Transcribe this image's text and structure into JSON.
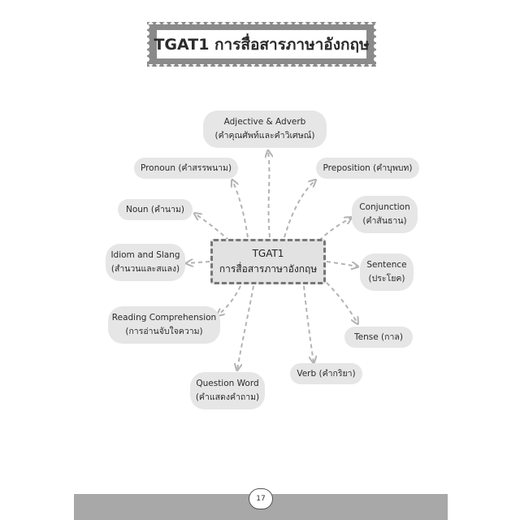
{
  "title": "TGAT1 การสื่อสารภาษาอังกฤษ",
  "center": {
    "line1": "TGAT1",
    "line2": "การสื่อสารภาษาอังกฤษ"
  },
  "nodes": [
    {
      "id": "adjective-adverb",
      "lines": [
        "Adjective & Adverb",
        "(คำคุณศัพท์และคำวิเศษณ์)"
      ]
    },
    {
      "id": "pronoun",
      "lines": [
        "Pronoun (คำสรรพนาม)"
      ]
    },
    {
      "id": "preposition",
      "lines": [
        "Preposition (คำบุพบท)"
      ]
    },
    {
      "id": "noun",
      "lines": [
        "Noun (คำนาม)"
      ]
    },
    {
      "id": "conjunction",
      "lines": [
        "Conjunction",
        "(คำสันธาน)"
      ]
    },
    {
      "id": "idiom-slang",
      "lines": [
        "Idiom and Slang",
        "(สำนวนและสแลง)"
      ]
    },
    {
      "id": "sentence",
      "lines": [
        "Sentence",
        "(ประโยค)"
      ]
    },
    {
      "id": "reading-comprehension",
      "lines": [
        "Reading Comprehension",
        "(การอ่านจับใจความ)"
      ]
    },
    {
      "id": "tense",
      "lines": [
        "Tense (กาล)"
      ]
    },
    {
      "id": "question-word",
      "lines": [
        "Question Word",
        "(คำแสดงคำถาม)"
      ]
    },
    {
      "id": "verb",
      "lines": [
        "Verb (คำกริยา)"
      ]
    }
  ],
  "page_number": "17",
  "colors": {
    "node_fill": "#e6e6e6",
    "center_fill": "#e2e2e2",
    "dashed_line": "#b3b3b3",
    "banner_fill": "#ffffff",
    "banner_frame": "#8a8a8a",
    "footer_band": "#a8a8a8",
    "text": "#2b2b2b"
  }
}
